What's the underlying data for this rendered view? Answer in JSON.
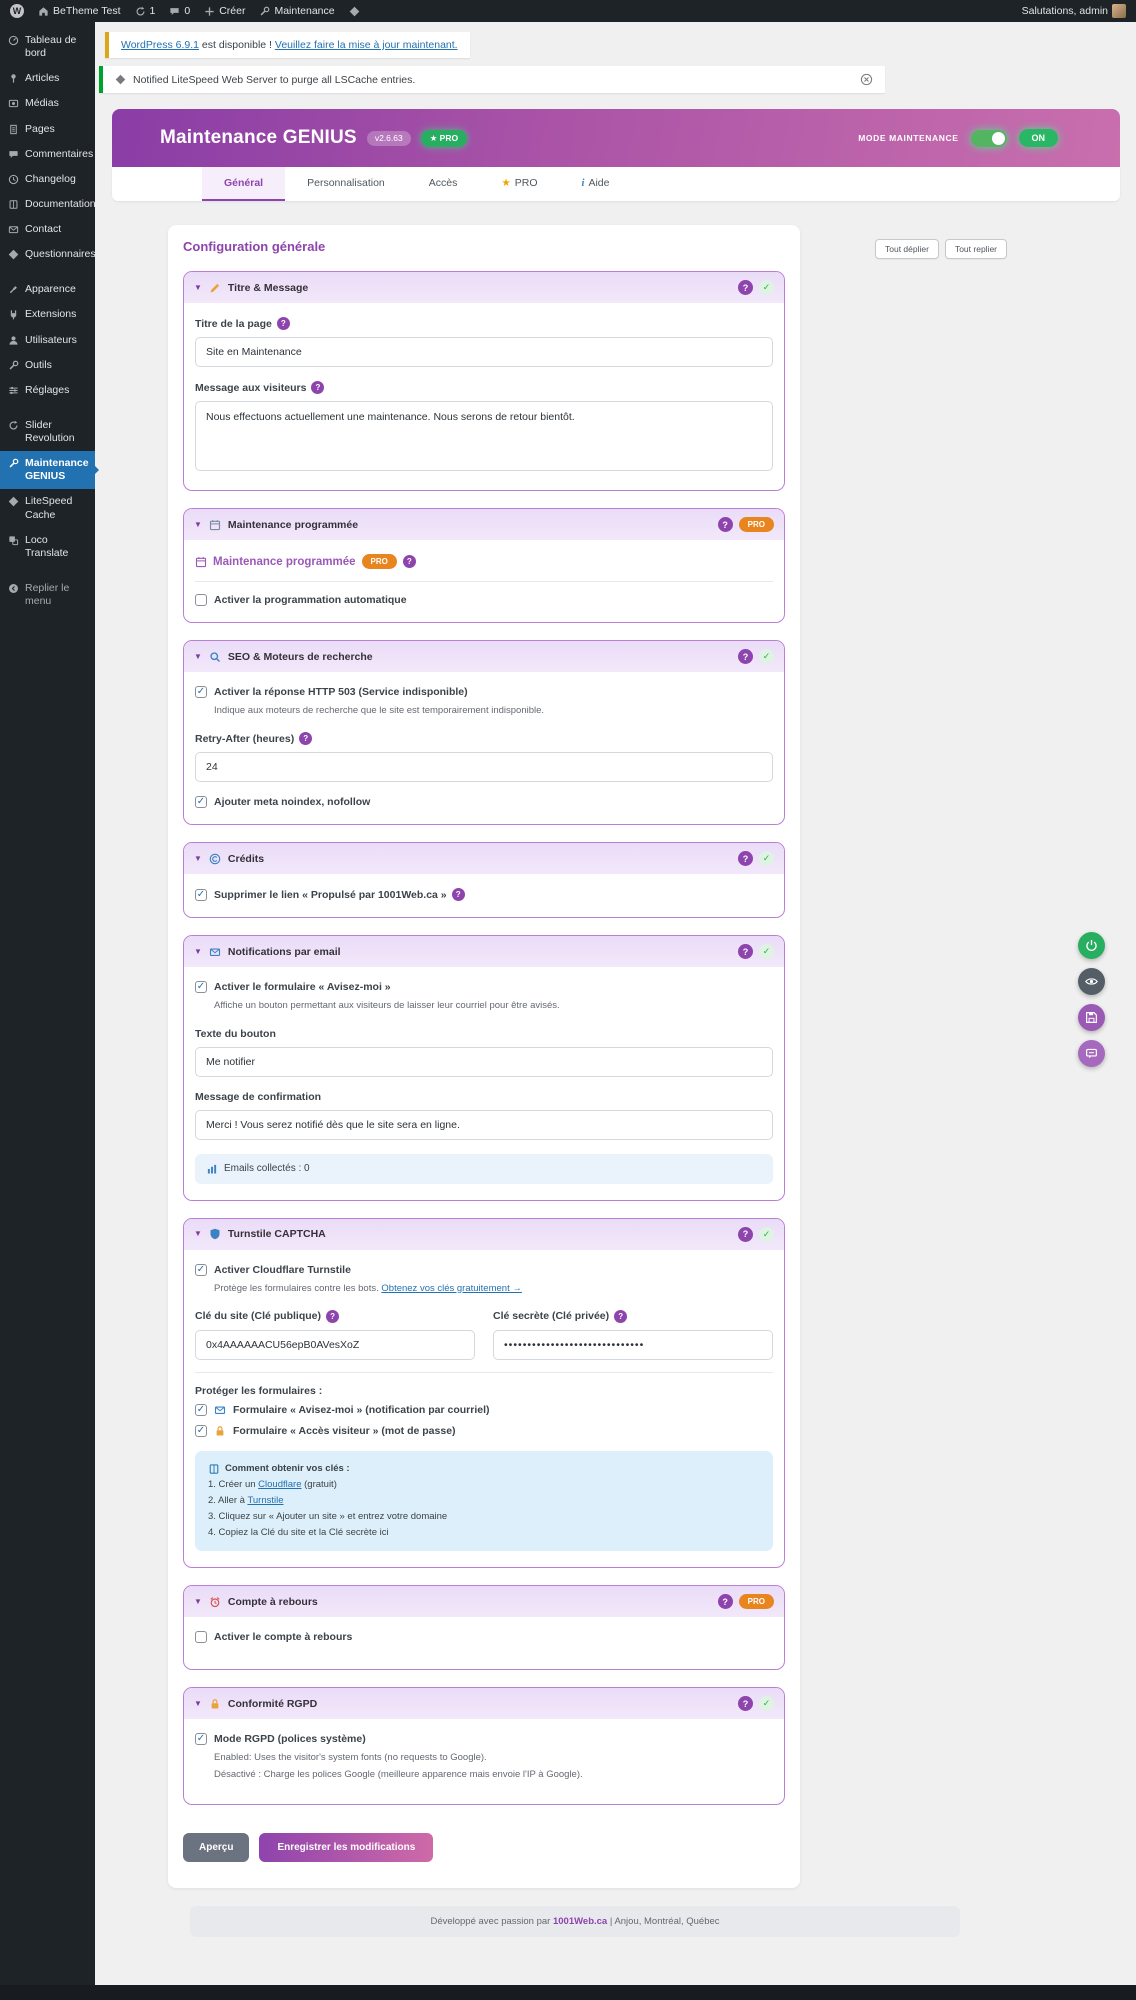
{
  "admin_bar": {
    "site_name": "BeTheme Test",
    "update_count": "1",
    "comment_count": "0",
    "create_label": "Créer",
    "maintenance_label": "Maintenance",
    "greeting": "Salutations, admin"
  },
  "sidebar": {
    "items": [
      {
        "label": "Tableau de bord",
        "icon": "dashboard-icon"
      },
      {
        "label": "Articles",
        "icon": "pushpin-icon"
      },
      {
        "label": "Médias",
        "icon": "media-icon"
      },
      {
        "label": "Pages",
        "icon": "pages-icon"
      },
      {
        "label": "Commentaires",
        "icon": "comments-icon"
      },
      {
        "label": "Changelog",
        "icon": "clock-icon"
      },
      {
        "label": "Documentation",
        "icon": "book-icon"
      },
      {
        "label": "Contact",
        "icon": "mail-icon"
      },
      {
        "label": "Questionnaires",
        "icon": "diamond-icon"
      },
      {
        "label": "Apparence",
        "icon": "brush-icon"
      },
      {
        "label": "Extensions",
        "icon": "plugin-icon"
      },
      {
        "label": "Utilisateurs",
        "icon": "user-icon"
      },
      {
        "label": "Outils",
        "icon": "wrench-icon"
      },
      {
        "label": "Réglages",
        "icon": "sliders-icon"
      },
      {
        "label": "Slider Revolution",
        "icon": "refresh-icon"
      },
      {
        "label": "Maintenance GENIUS",
        "icon": "wrench-icon",
        "active": true
      },
      {
        "label": "LiteSpeed Cache",
        "icon": "diamond-icon"
      },
      {
        "label": "Loco Translate",
        "icon": "translate-icon"
      },
      {
        "label": "Replier le menu",
        "icon": "collapse-icon"
      }
    ]
  },
  "notices": {
    "update": {
      "link1": "WordPress 6.9.1",
      "middle": " est disponible ! ",
      "link2": "Veuillez faire la mise à jour maintenant."
    },
    "litespeed": {
      "text": "Notified LiteSpeed Web Server to purge all LSCache entries."
    }
  },
  "header": {
    "title": "Maintenance GENIUS",
    "version": "v2.6.63",
    "pro_badge": "★ PRO",
    "mode_label": "MODE MAINTENANCE",
    "on_label": "ON"
  },
  "tabs": [
    {
      "prefix": "",
      "label": "Général",
      "active": true
    },
    {
      "prefix": "",
      "label": "Personnalisation",
      "active": false
    },
    {
      "prefix": "",
      "label": "Accès",
      "active": false
    },
    {
      "prefix": "★",
      "label": "PRO",
      "active": false
    },
    {
      "prefix": "i",
      "label": "Aide",
      "active": false
    }
  ],
  "page": {
    "heading": "Configuration générale",
    "expand_all": "Tout déplier",
    "collapse_all": "Tout replier"
  },
  "common": {
    "help": "?",
    "check": "✓",
    "pro": "PRO",
    "caret": "▼"
  },
  "sections": {
    "titre": {
      "title": "Titre & Message",
      "icon": "pencil-icon",
      "page_title_label": "Titre de la page",
      "page_title_value": "Site en Maintenance",
      "message_label": "Message aux visiteurs",
      "message_value": "Nous effectuons actuellement une maintenance. Nous serons de retour bientôt."
    },
    "programmee": {
      "title": "Maintenance programmée",
      "icon": "calendar-icon",
      "inner_title": "Maintenance programmée",
      "checkbox_label": "Activer la programmation automatique",
      "checked": false
    },
    "seo": {
      "title": "SEO & Moteurs de recherche",
      "icon": "search-icon",
      "cb_503_label": "Activer la réponse HTTP 503 (Service indisponible)",
      "cb_503_checked": true,
      "desc": "Indique aux moteurs de recherche que le site est temporairement indisponible.",
      "retry_label": "Retry-After (heures)",
      "retry_value": "24",
      "cb_noindex_label": "Ajouter meta noindex, nofollow",
      "cb_noindex_checked": true
    },
    "credits": {
      "title": "Crédits",
      "icon": "copyright-icon",
      "cb_label": "Supprimer le lien « Propulsé par 1001Web.ca »",
      "checked": true
    },
    "notifications": {
      "title": "Notifications par email",
      "icon": "mail-icon",
      "cb_label": "Activer le formulaire « Avisez-moi »",
      "checked": true,
      "desc": "Affiche un bouton permettant aux visiteurs de laisser leur courriel pour être avisés.",
      "button_text_label": "Texte du bouton",
      "button_text_value": "Me notifier",
      "confirm_label": "Message de confirmation",
      "confirm_value": "Merci ! Vous serez notifié dès que le site sera en ligne.",
      "emails_info": "Emails collectés : 0"
    },
    "turnstile": {
      "title": "Turnstile CAPTCHA",
      "icon": "shield-icon",
      "cb_label": "Activer Cloudflare Turnstile",
      "checked": true,
      "desc": "Protège les formulaires contre les bots. ",
      "desc_link": "Obtenez vos clés gratuitement →",
      "site_key_label": "Clé du site (Clé publique)",
      "site_key_value": "0x4AAAAAACU56epB0AVesXoZ",
      "secret_key_label": "Clé secrète (Clé privée)",
      "secret_key_value": "••••••••••••••••••••••••••••••",
      "protect_label": "Protéger les formulaires :",
      "form1_label": "Formulaire « Avisez-moi » (notification par courriel)",
      "form1_checked": true,
      "form2_label": "Formulaire « Accès visiteur » (mot de passe)",
      "form2_checked": true,
      "info_title": "Comment obtenir vos clés :",
      "step1_pre": "1. Créer un ",
      "step1_link": "Cloudflare",
      "step1_post": " (gratuit)",
      "step2_pre": "2. Aller à ",
      "step2_link": "Turnstile",
      "step3": "3. Cliquez sur « Ajouter un site » et entrez votre domaine",
      "step4": "4. Copiez la Clé du site et la Clé secrète ici"
    },
    "rebours": {
      "title": "Compte à rebours",
      "icon": "alarm-icon",
      "cb_label": "Activer le compte à rebours",
      "checked": false
    },
    "rgpd": {
      "title": "Conformité RGPD",
      "icon": "lock-icon",
      "cb_label": "Mode RGPD (polices système)",
      "checked": true,
      "desc1": "Enabled: Uses the visitor's system fonts (no requests to Google).",
      "desc2": "Désactivé : Charge les polices Google (meilleure apparence mais envoie l'IP à Google)."
    }
  },
  "actions": {
    "preview": "Aperçu",
    "save": "Enregistrer les modifications"
  },
  "footer": {
    "pre": "Développé avec passion par ",
    "link": "1001Web.ca",
    "post": " | Anjou, Montréal, Québec"
  },
  "colors": {
    "header_gradient_start": "#8a3da6",
    "header_gradient_end": "#c96fae",
    "accent_purple": "#8e44ad",
    "section_border": "#bd7fd6",
    "green_on": "#29b765",
    "pro_orange": "#e8851e",
    "wp_blue": "#2271b1"
  }
}
